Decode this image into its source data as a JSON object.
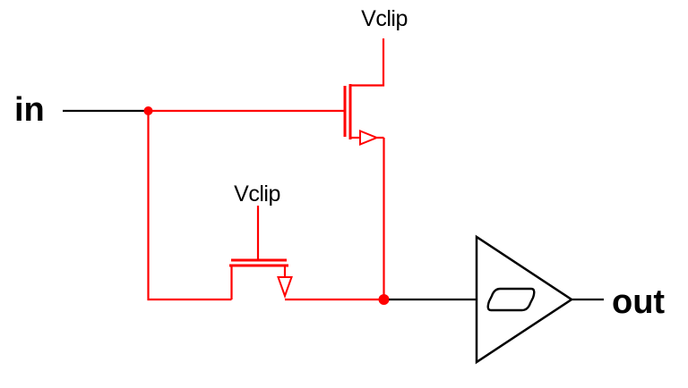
{
  "diagram": {
    "kind": "circuit-schematic",
    "labels": {
      "input": "in",
      "output": "out",
      "vclip_top": "Vclip",
      "vclip_bottom": "Vclip"
    },
    "components": {
      "top_transistor": "mosfet-pass-transistor",
      "bottom_transistor": "mosfet-pass-transistor",
      "buffer": "schmitt-trigger-buffer"
    },
    "colors": {
      "highlight_wire": "#ff0000",
      "default_wire": "#000000",
      "label_text": "#000000",
      "canvas_bg": "#ffffff"
    }
  }
}
